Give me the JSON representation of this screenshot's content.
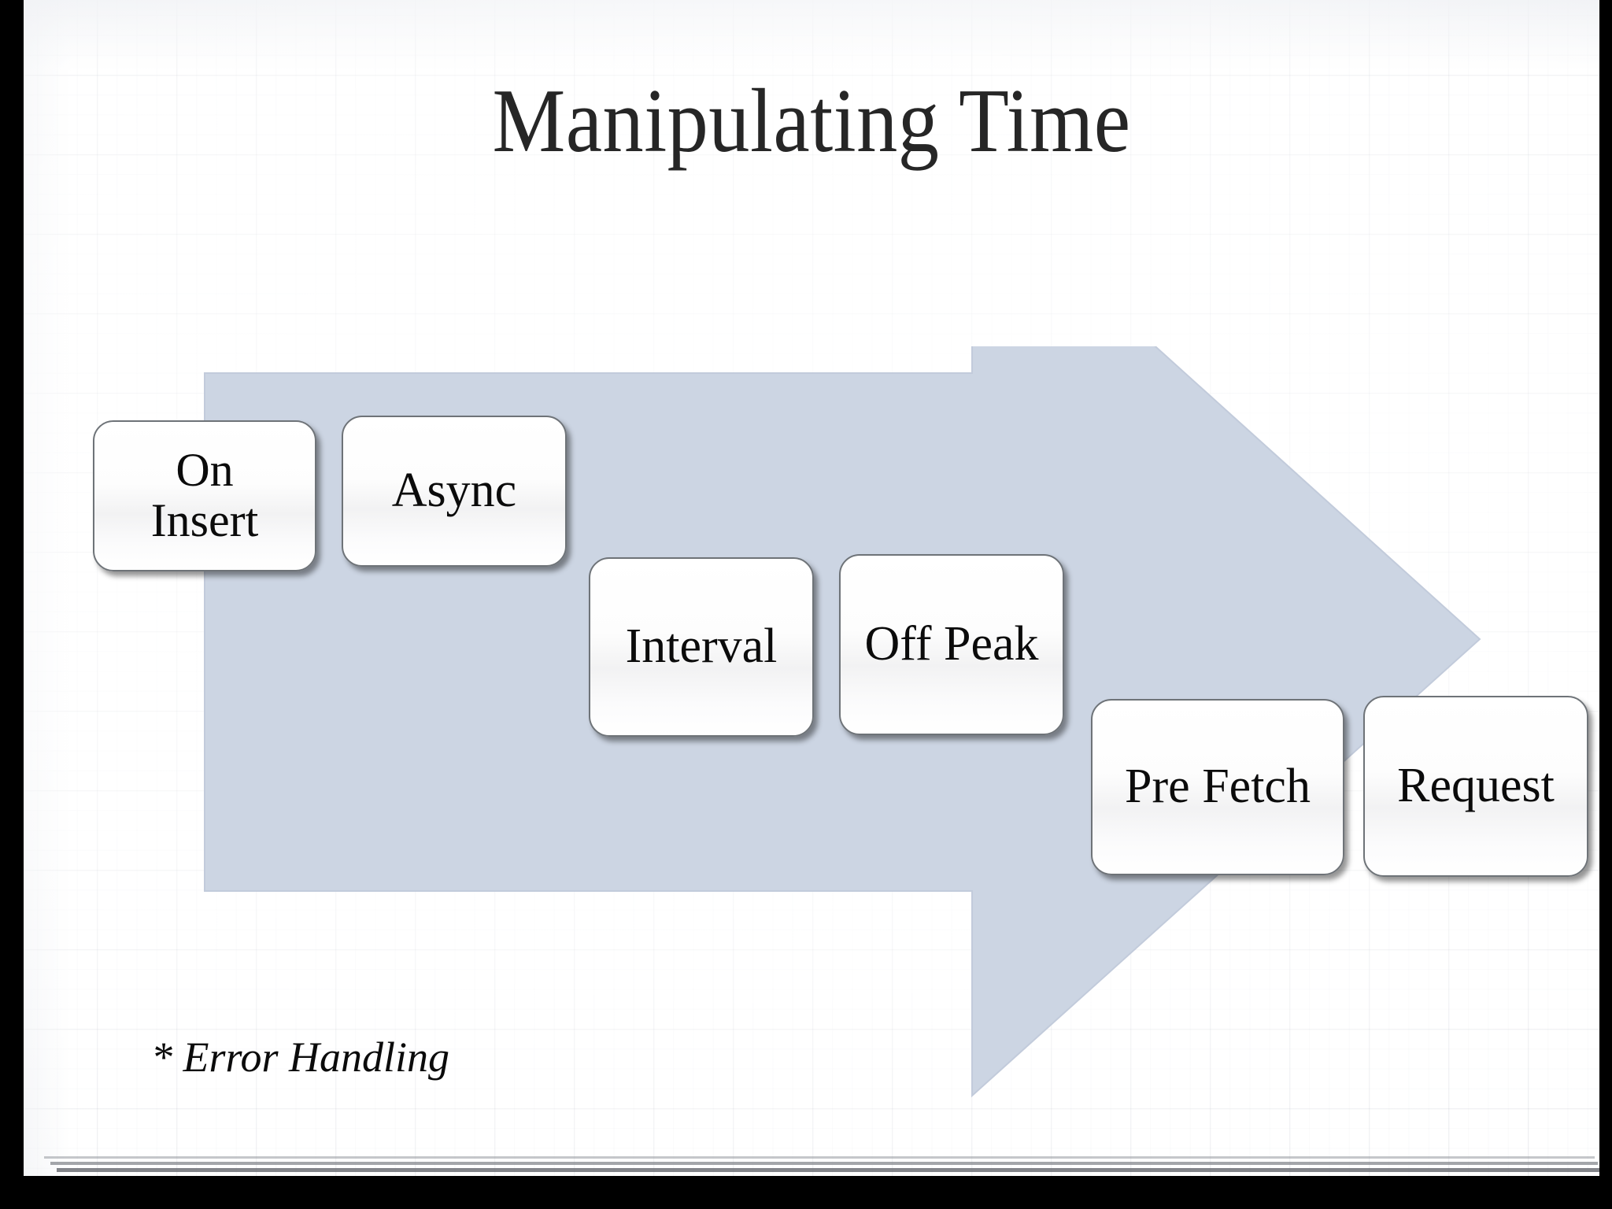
{
  "slide": {
    "title": "Manipulating Time",
    "footnote": "* Error Handling",
    "background_color": "#ffffff",
    "title_color": "#262626",
    "frame_color": "#000000"
  },
  "arrow": {
    "name": "process-flow-arrow",
    "direction": "right",
    "fill_color": "#ccd5e3",
    "edge_color": "#b9c3d4"
  },
  "stages": [
    {
      "id": "on-insert",
      "label": "On\nInsert",
      "order": 1
    },
    {
      "id": "async",
      "label": "Async",
      "order": 2
    },
    {
      "id": "interval",
      "label": "Interval",
      "order": 3
    },
    {
      "id": "off-peak",
      "label": "Off Peak",
      "order": 4
    },
    {
      "id": "pre-fetch",
      "label": "Pre Fetch",
      "order": 5
    },
    {
      "id": "request",
      "label": "Request",
      "order": 6
    }
  ],
  "box_style": {
    "fill_color": "#ffffff",
    "border_color": "#6e7378",
    "text_color": "#0b0b0b"
  }
}
